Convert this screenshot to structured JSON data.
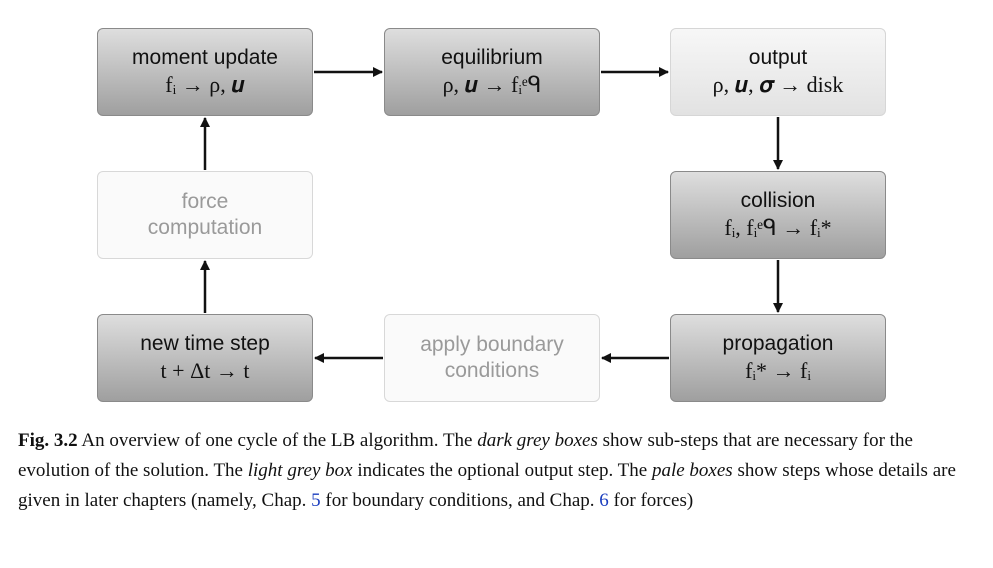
{
  "boxes": {
    "moment_update": {
      "title": "moment update",
      "math": "fᵢ → ρ, 𝒖"
    },
    "equilibrium": {
      "title": "equilibrium",
      "math": "ρ, 𝒖 → fᵢᵉᑫ"
    },
    "output": {
      "title": "output",
      "math": "ρ, 𝒖, 𝝈 → disk"
    },
    "collision": {
      "title": "collision",
      "math": "fᵢ, fᵢᵉᑫ → fᵢ*"
    },
    "propagation": {
      "title": "propagation",
      "math": "fᵢ* → fᵢ"
    },
    "boundary": {
      "title1": "apply boundary",
      "title2": "conditions"
    },
    "new_time_step": {
      "title": "new time step",
      "math": "t + Δt → t"
    },
    "force": {
      "title1": "force",
      "title2": "computation"
    }
  },
  "caption": {
    "label": "Fig. 3.2",
    "t1": "  An overview of one cycle of the LB algorithm. The ",
    "e1": "dark grey boxes",
    "t2": " show sub-steps that are necessary for the evolution of the solution. The ",
    "e2": "light grey box",
    "t3": " indicates the optional output step. The ",
    "e3": "pale boxes",
    "t4": " show steps whose details are given in later chapters (namely, Chap. ",
    "link1": "5",
    "t5": " for boundary conditions, and Chap. ",
    "link2": "6",
    "t6": " for forces)"
  }
}
